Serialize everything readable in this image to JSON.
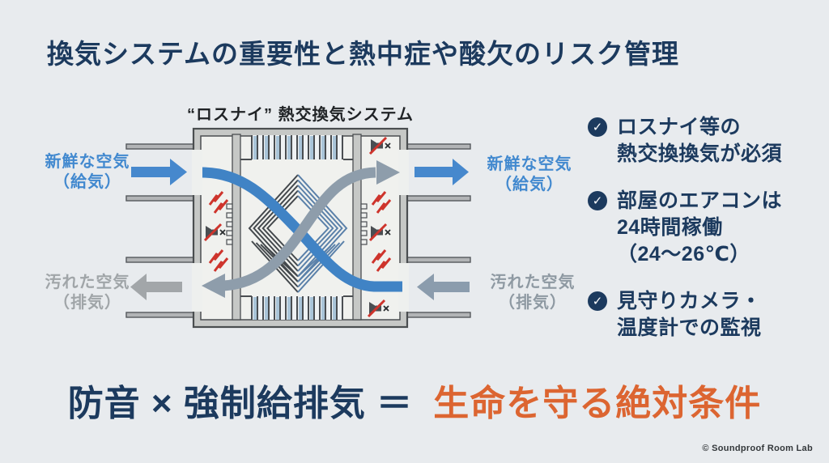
{
  "slide": {
    "title": "換気システムの重要性と熱中症や酸欠のリスク管理",
    "copyright": "© Soundproof Room Lab",
    "background_color": "#e8ebee"
  },
  "colors": {
    "navy": "#1c3a5e",
    "accent_orange": "#dc6531",
    "supply_blue": "#4688cd",
    "exhaust_gray": "#a2a6a9",
    "steel_blue_gray": "#8e9dab",
    "noise_red": "#ce342c"
  },
  "diagram": {
    "caption": "“ロスナイ” 熱交換気システム",
    "air_labels": {
      "fresh": {
        "line1": "新鮮な空気",
        "line2": "（給気）"
      },
      "dirty": {
        "line1": "汚れた空気",
        "line2": "（排気）"
      }
    }
  },
  "checklist": {
    "check_glyph": "✓",
    "items": [
      {
        "lines": [
          "ロスナイ等の",
          "熱交換換気が必須"
        ]
      },
      {
        "lines": [
          "部屋のエアコンは",
          "24時間稼働",
          "（24〜26℃）"
        ]
      },
      {
        "lines": [
          "見守りカメラ・",
          "温度計での監視"
        ]
      }
    ]
  },
  "formula": {
    "left": "防音 × 強制給排気 ＝",
    "highlight": "生命を守る絶対条件"
  }
}
